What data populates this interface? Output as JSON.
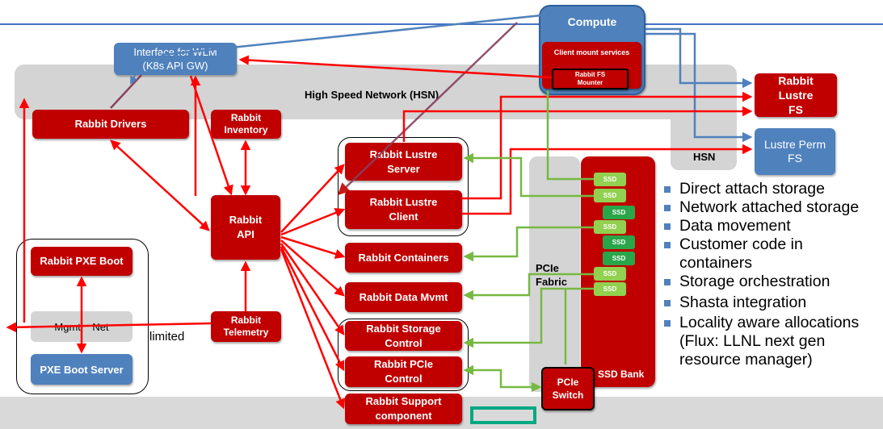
{
  "boxes": {
    "compute": "Compute",
    "client_mount_services": "Client mount services",
    "rabbit_fs_mounter": "Rabbit FS Mounter",
    "interface_wlm": "Interface for WLM (K8s API GW)",
    "hsn_label": "High Speed Network (HSN)",
    "hsn_short": "HSN",
    "rabbit_drivers": "Rabbit Drivers",
    "rabbit_inventory": "Rabbit Inventory",
    "rabbit_api": "Rabbit API",
    "rabbit_lustre_server": "Rabbit Lustre Server",
    "rabbit_lustre_client": "Rabbit Lustre Client",
    "rabbit_containers": "Rabbit Containers",
    "rabbit_data_mvmt": "Rabbit Data Mvmt",
    "rabbit_storage_control": "Rabbit Storage Control",
    "rabbit_pcie_control": "Rabbit PCIe Control",
    "rabbit_support": "Rabbit Support component",
    "rabbit_pxe_boot": "Rabbit PXE Boot",
    "mgmt_net": "Mgmt    Net",
    "pxe_boot_server": "PXE Boot Server",
    "rabbit_telemetry": "Rabbit Telemetry",
    "limited": "limited",
    "rabbit_lustre_fs": "Rabbit Lustre FS",
    "lustre_perm_fs": "Lustre Perm FS",
    "pcie_fabric": "PCIe Fabric",
    "ssd_bank": "SSD Bank",
    "pcie_switch": "PCIe Switch",
    "ssd": "SSD"
  },
  "bullets": [
    "Direct attach storage",
    "Network attached storage",
    "Data movement",
    "Customer code in",
    "containers",
    "Storage orchestration",
    "Shasta integration",
    "Locality aware allocations",
    "(Flux: LLNL next gen",
    "resource manager)"
  ],
  "colors": {
    "rabbit_red": "#c00000",
    "arrow_red": "#ff0000",
    "blue": "#4f81bd",
    "ssd_green": "#92d050",
    "ssd_dark_green": "#2aa64a",
    "link_green": "#77b843",
    "gray": "#d4d4d4",
    "accent_line": "#4472c4"
  }
}
